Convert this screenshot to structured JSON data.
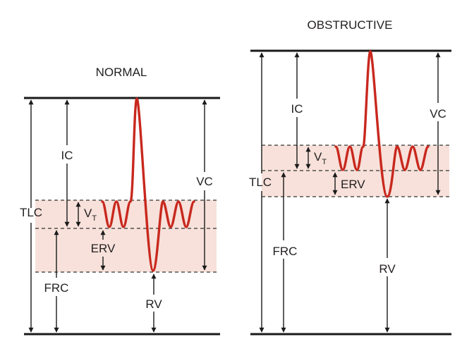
{
  "normal": {
    "title": "NORMAL",
    "labels": {
      "tlc": "TLC",
      "ic": "IC",
      "vt": "V",
      "vt_sub": "T",
      "erv": "ERV",
      "frc": "FRC",
      "vc": "VC",
      "rv": "RV"
    }
  },
  "obstructive": {
    "title": "OBSTRUCTIVE",
    "labels": {
      "tlc": "TLC",
      "ic": "IC",
      "vt": "V",
      "vt_sub": "T",
      "erv": "ERV",
      "frc": "FRC",
      "vc": "VC",
      "rv": "RV"
    }
  },
  "colors": {
    "trace": "#c8281e",
    "band": "#f7e1da",
    "lines": "#1a1a1a"
  }
}
